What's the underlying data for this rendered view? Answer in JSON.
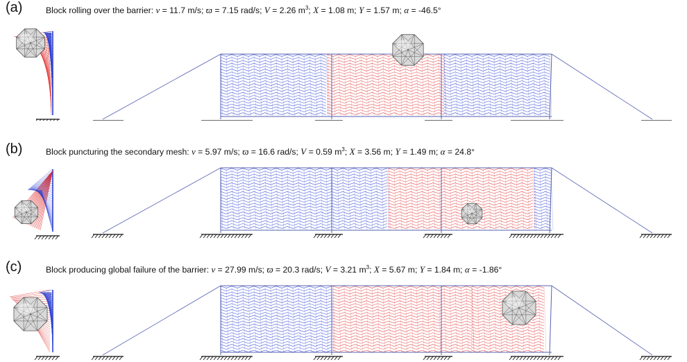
{
  "panels": [
    {
      "label": "(a)",
      "caption": {
        "title": "Block rolling over the barrier:",
        "items": [
          {
            "sym": "v",
            "val": " = 11.7 m/s;"
          },
          {
            "sym": "ϖ",
            "val": " = 7.15 rad/s;"
          },
          {
            "sym": "V",
            "val": " = 2.26 m",
            "sup": "3",
            "post": ";"
          },
          {
            "sym": "X",
            "val": " = 1.08 m;"
          },
          {
            "sym": "Y",
            "val": " = 1.57 m;"
          },
          {
            "sym": "α",
            "val": " = -46.5°"
          }
        ]
      }
    },
    {
      "label": "(b)",
      "caption": {
        "title": "Block puncturing the secondary mesh:",
        "items": [
          {
            "sym": "v",
            "val": " = 5.97 m/s;"
          },
          {
            "sym": "ϖ",
            "val": " = 16.6 rad/s;"
          },
          {
            "sym": "V",
            "val": " = 0.59 m",
            "sup": "3",
            "post": ";"
          },
          {
            "sym": "X",
            "val": " = 3.56 m;"
          },
          {
            "sym": "Y",
            "val": " = 1.49 m;"
          },
          {
            "sym": "α",
            "val": " = 24.8°"
          }
        ]
      }
    },
    {
      "label": "(c)",
      "caption": {
        "title": "Block producing global failure of the barrier:",
        "items": [
          {
            "sym": "v",
            "val": " = 27.99 m/s;"
          },
          {
            "sym": "ϖ",
            "val": " = 20.3 rad/s;"
          },
          {
            "sym": "V",
            "val": " = 3.21 m",
            "sup": "3",
            "post": ";"
          },
          {
            "sym": "X",
            "val": " = 5.67 m;"
          },
          {
            "sym": "Y",
            "val": " = 1.84 m;"
          },
          {
            "sym": "α",
            "val": " = -1.86°"
          }
        ]
      }
    }
  ],
  "colors": {
    "mesh_blue": "#2b3fd0",
    "mesh_red": "#e03434",
    "cable": "#5560b0",
    "ground": "#111111",
    "block_fill": "#d9d9d9",
    "block_edge": "#555555"
  }
}
